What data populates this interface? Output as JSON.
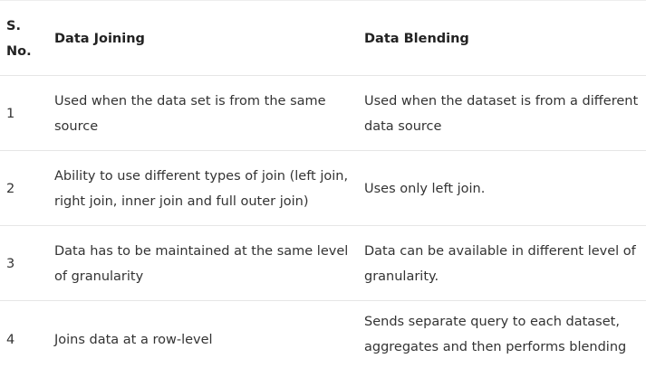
{
  "table": {
    "headers": [
      "S. No.",
      "Data Joining",
      "Data Blending"
    ],
    "rows": [
      {
        "sno": "1",
        "joining": "Used when the data set is from the same source",
        "blending": "Used when the dataset is from a different data source"
      },
      {
        "sno": "2",
        "joining": "Ability to use different types of join (left join, right join, inner join and full outer join)",
        "blending": "Uses only left join."
      },
      {
        "sno": "3",
        "joining": "Data has to be maintained at the same level of granularity",
        "blending": "Data can be available in different level of granularity."
      },
      {
        "sno": "4",
        "joining": "Joins data at a row-level",
        "blending": "Sends separate query to each dataset, aggregates and then performs blending"
      }
    ]
  },
  "colors": {
    "text": "#333333",
    "header_text": "#222222",
    "row_divider": "#e6e6e6",
    "background": "#ffffff"
  }
}
